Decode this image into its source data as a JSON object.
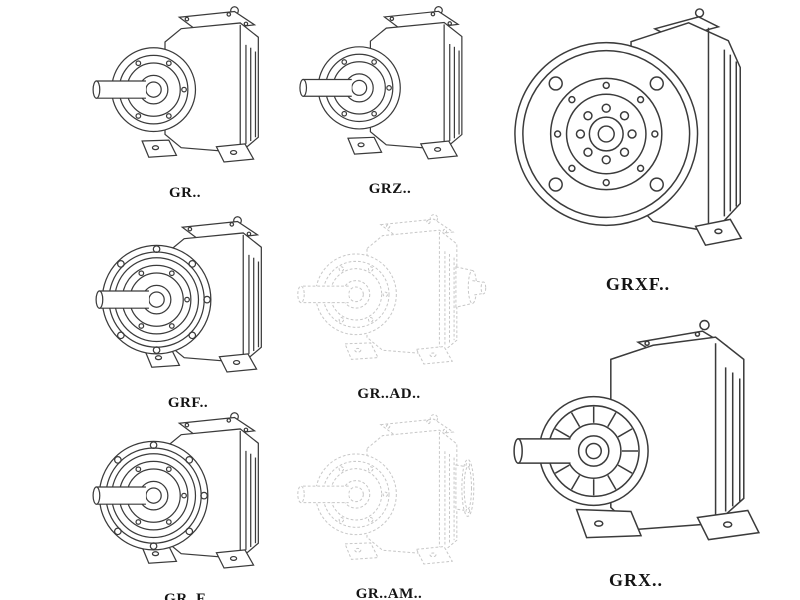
{
  "page": {
    "background": "#ffffff",
    "line_color": "#3b3b3b",
    "ghost_line_color": "#c7c7c7",
    "label_color": "#141414"
  },
  "figures": [
    {
      "id": "gr",
      "label": "GR..",
      "style": "solid",
      "variant": "foot-mounted-gearbox"
    },
    {
      "id": "grz",
      "label": "GRZ..",
      "style": "solid",
      "variant": "foot-mounted-gearbox"
    },
    {
      "id": "grxf",
      "label": "GRXF..",
      "style": "solid",
      "variant": "flange-front-gearbox"
    },
    {
      "id": "grf",
      "label": "GRF..",
      "style": "solid",
      "variant": "flange-gearbox"
    },
    {
      "id": "gr-ad",
      "label": "GR..AD..",
      "style": "ghost",
      "variant": "gearbox-with-input-shaft-adapter"
    },
    {
      "id": "gr-f",
      "label": "GR..F",
      "style": "solid",
      "variant": "flange-gearbox"
    },
    {
      "id": "gr-am",
      "label": "GR..AM..",
      "style": "ghost",
      "variant": "gearbox-with-motor-adapter-flange"
    },
    {
      "id": "grx",
      "label": "GRX..",
      "style": "solid",
      "variant": "large-foot-mounted-gearbox"
    }
  ]
}
